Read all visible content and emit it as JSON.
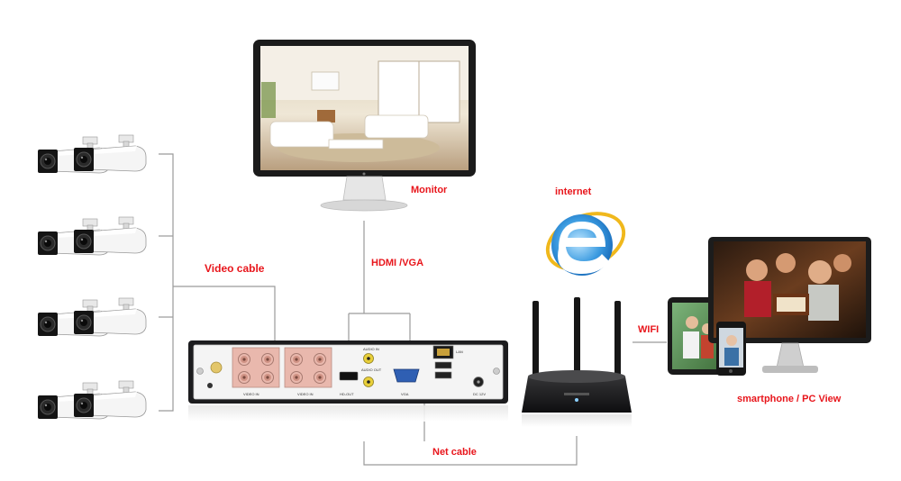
{
  "labels": {
    "monitor": "Monitor",
    "internet": "internet",
    "video_cable": "Video cable",
    "hdmi_vga": "HDMI /VGA",
    "wifi": "WIFI",
    "net_cable": "Net cable",
    "smartphone_pc_view": "smartphone / PC View"
  },
  "dvr_panel": {
    "video_in_1": "VIDEO IN",
    "video_in_2": "VIDEO IN",
    "hd_out": "HD-OUT",
    "audio_in": "AUDIO IN",
    "audio_out": "AUDIO OUT",
    "vga": "VGA",
    "lan": "LAN",
    "dc_12v": "DC 12V"
  },
  "colors": {
    "label_red": "#e8151b",
    "connector_line": "#9a9a9a",
    "dvr_body": "#1c1c1e",
    "bnc_panel": "#e9b8ad"
  },
  "icons": [
    "camera-icon",
    "monitor-icon",
    "dvr-recorder-icon",
    "internet-explorer-icon",
    "wifi-router-icon",
    "desktop-pc-icon",
    "tablet-icon",
    "smartphone-icon"
  ]
}
